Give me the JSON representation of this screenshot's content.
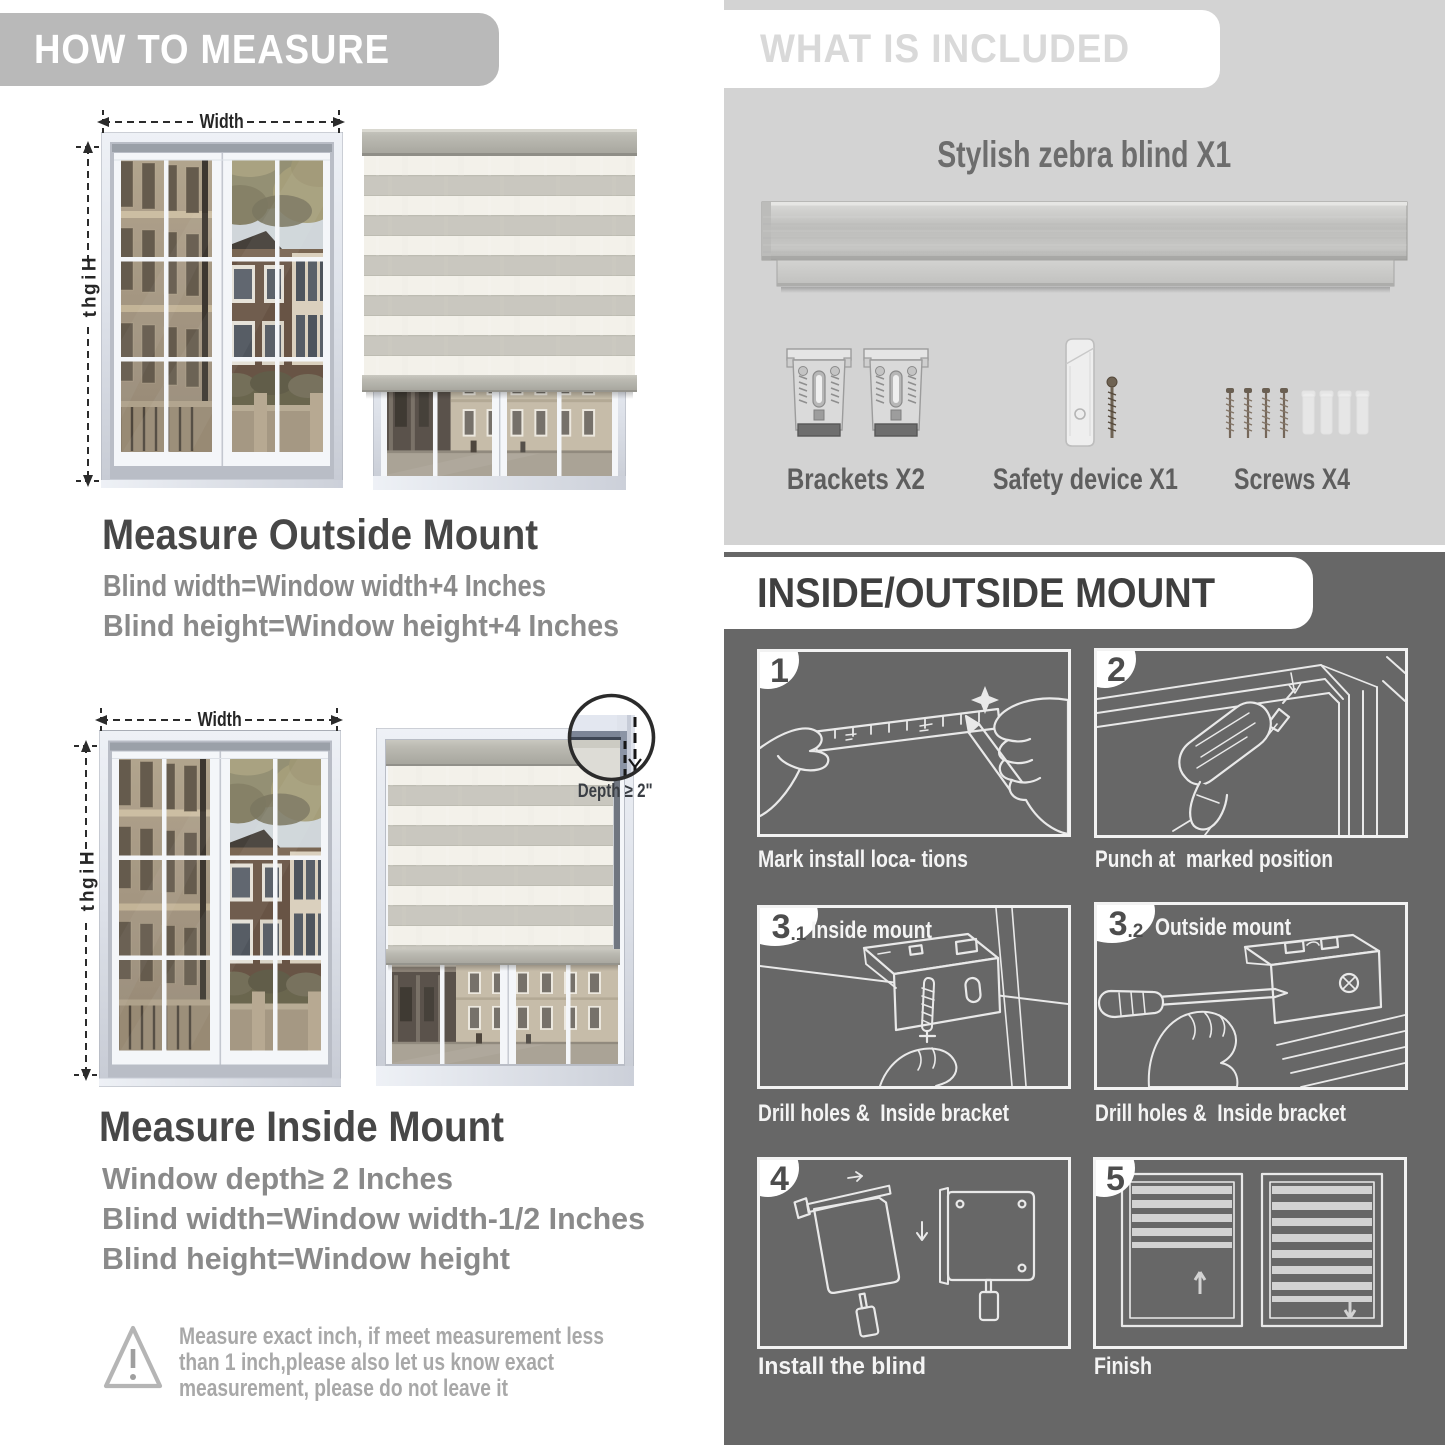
{
  "measure": {
    "header": "HOW TO MEASURE",
    "outside": {
      "heading": "Measure Outside Mount",
      "line1": "Blind width=Window width+4 Inches",
      "line2": "Blind height=Window height+4 Inches",
      "width_label": "Width",
      "height_label": "Hight"
    },
    "inside": {
      "heading": "Measure Inside Mount",
      "line1": "Window depth≥ 2 Inches",
      "line2": "Blind width=Window width-1/2 Inches",
      "line3": "Blind height=Window height",
      "width_label": "Width",
      "height_label": "Hight",
      "depth_label": "Depth ≥ 2\""
    },
    "note_line1": "Measure exact inch, if meet measurement less",
    "note_line2": "than 1 inch,please also let us know exact",
    "note_line3": "measurement, please do not leave it"
  },
  "included": {
    "header": "WHAT IS INCLUDED",
    "product": "Stylish zebra blind X1",
    "item1": "Brackets X2",
    "item2": "Safety device X1",
    "item3": "Screws X4"
  },
  "mount": {
    "header": "INSIDE/OUTSIDE MOUNT",
    "step1": {
      "num": "1",
      "caption": "Mark install loca- tions"
    },
    "step2": {
      "num": "2",
      "caption": "Punch at  marked position"
    },
    "step31": {
      "num": "3",
      "sub": ".1",
      "label": "Inside mount",
      "caption": "Drill holes &  Inside bracket"
    },
    "step32": {
      "num": "3",
      "sub": ".2",
      "label": "Outside mount",
      "caption": "Drill holes &  Inside bracket"
    },
    "step4": {
      "num": "4",
      "caption": "Install the blind"
    },
    "step5": {
      "num": "5",
      "caption": "Finish"
    }
  },
  "colors": {
    "header_band_gray": "#b9b9b9",
    "included_panel_gray": "#d3d3d3",
    "mount_panel_gray": "#676767",
    "heading_dark": "#474747",
    "rule_gray": "#8a8a8a",
    "note_gray": "#a8a8a8",
    "caption_white": "#f4f4f4"
  }
}
